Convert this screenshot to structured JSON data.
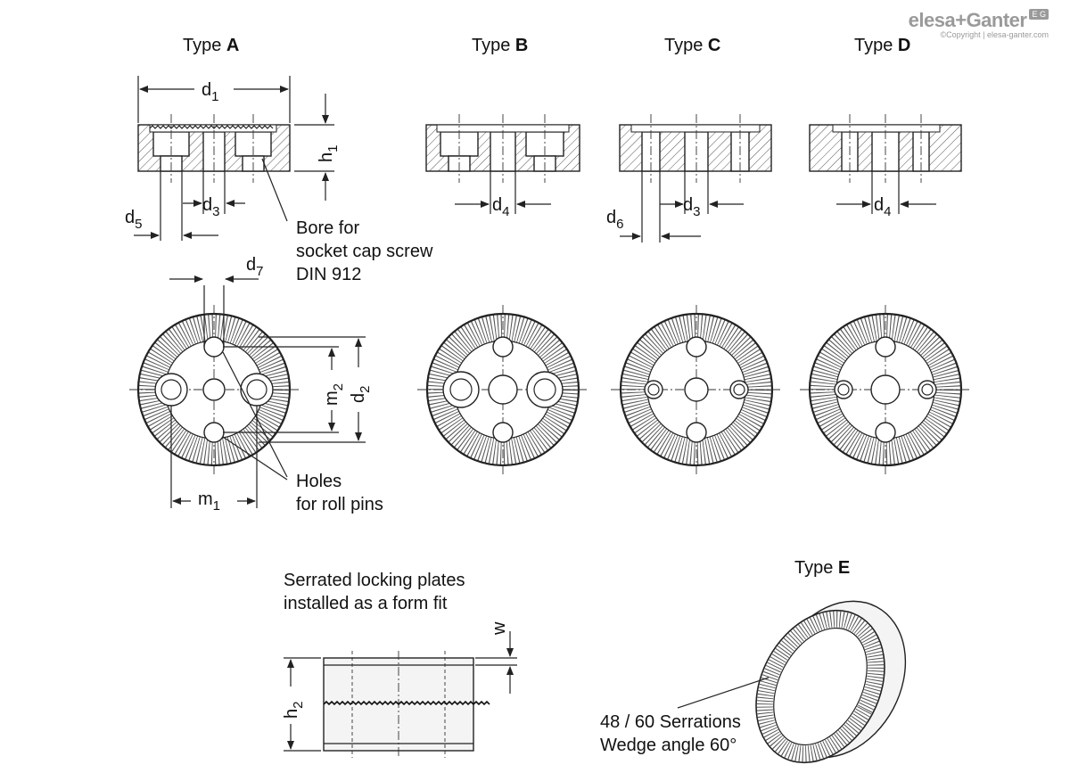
{
  "types": {
    "a": {
      "prefix": "Type ",
      "letter": "A"
    },
    "b": {
      "prefix": "Type ",
      "letter": "B"
    },
    "c": {
      "prefix": "Type ",
      "letter": "C"
    },
    "d": {
      "prefix": "Type ",
      "letter": "D"
    },
    "e": {
      "prefix": "Type ",
      "letter": "E"
    }
  },
  "dims": {
    "d": "d",
    "h": "h",
    "m": "m",
    "w": "w",
    "sub1": "1",
    "sub2": "2",
    "sub3": "3",
    "sub4": "4",
    "sub5": "5",
    "sub6": "6",
    "sub7": "7"
  },
  "notes": {
    "bore": [
      "Bore for",
      "socket cap screw",
      "DIN 912"
    ],
    "holes": [
      "Holes",
      "for roll pins"
    ],
    "serrated": [
      "Serrated locking plates",
      "installed as a form fit"
    ],
    "serrations": [
      "48 / 60 Serrations",
      "Wedge angle 60°"
    ]
  },
  "logo": {
    "name": "elesa+Ganter",
    "copyright": "©Copyright | elesa-ganter.com",
    "badge": "E G"
  }
}
